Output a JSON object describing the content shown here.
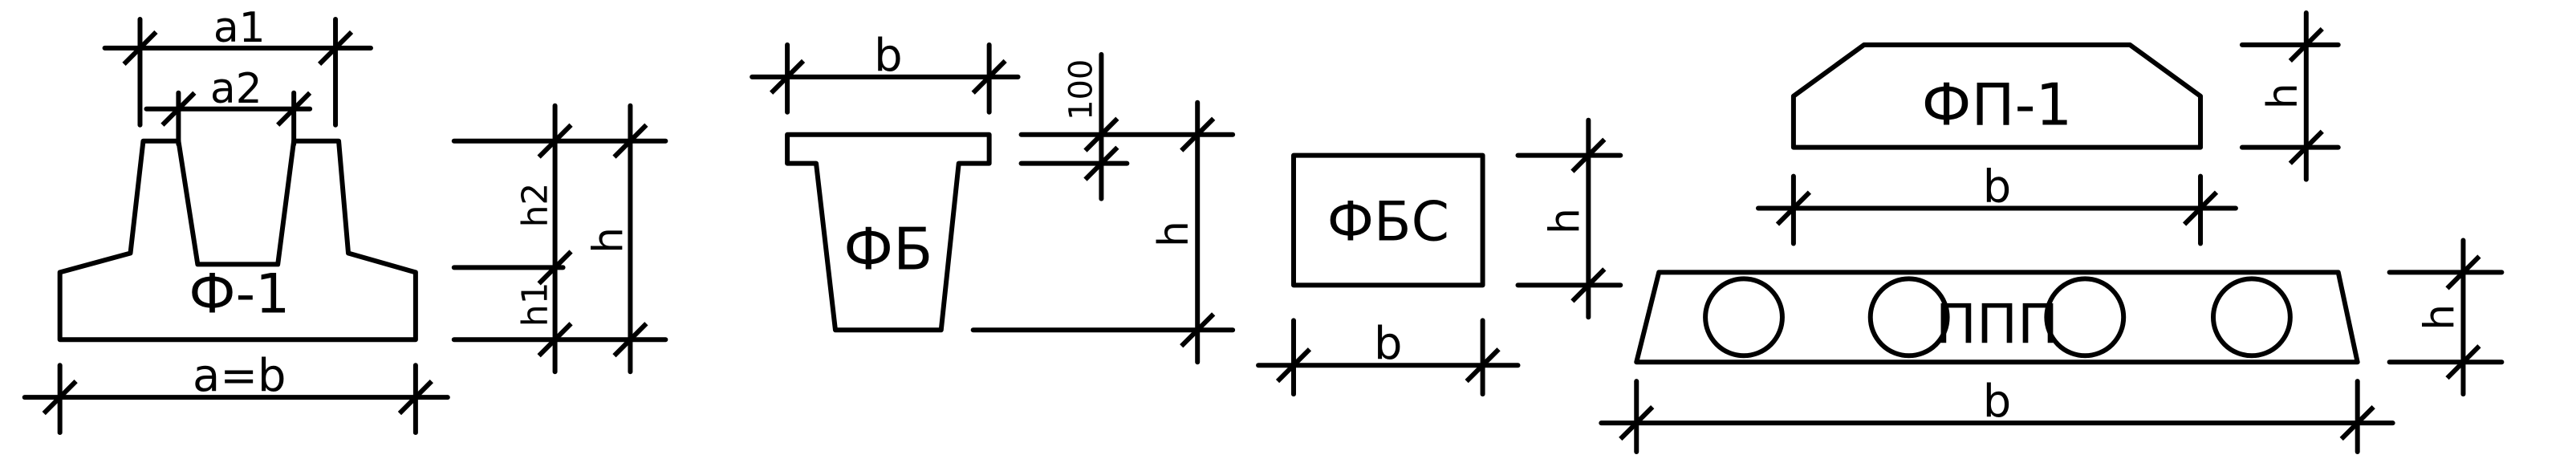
{
  "colors": {
    "stroke": "#000000",
    "background": "#ffffff"
  },
  "fp_trapezoid": {
    "name_label": "Ф-1",
    "dim_a1": "a1",
    "dim_a2": "a2",
    "dim_base": "a=b",
    "dim_h2": "h2",
    "dim_h1": "h1",
    "dim_h": "h"
  },
  "fb_block": {
    "name_label": "ФБ",
    "dim_b": "b",
    "dim_100": "100",
    "dim_h": "h"
  },
  "fbs_block": {
    "name_label": "ФБС",
    "dim_h": "h",
    "dim_b": "b"
  },
  "fp1_plate": {
    "name_label": "ФП-1",
    "dim_h": "h",
    "dim_b": "b"
  },
  "ppp_plate": {
    "name_label": "ППП",
    "dim_h": "h",
    "dim_b": "b"
  }
}
